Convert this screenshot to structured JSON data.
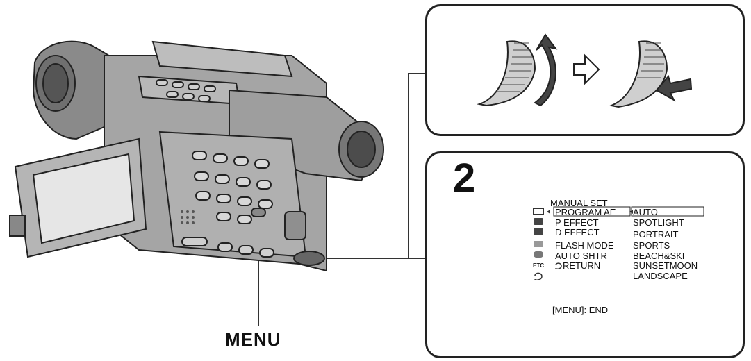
{
  "step_number": "2",
  "callout_label": "MENU",
  "menu_screen": {
    "title": "MANUAL SET",
    "items": [
      {
        "label": "PROGRAM AE",
        "icon": "manual-set-icon"
      },
      {
        "label": "P EFFECT",
        "icon": "camera-set-icon"
      },
      {
        "label": "D EFFECT",
        "icon": "vcr-set-icon"
      },
      {
        "label": "FLASH MODE",
        "icon": "lcd-set-icon"
      },
      {
        "label": "AUTO SHTR",
        "icon": "tape-set-icon"
      },
      {
        "label": "RETURN",
        "icon": "setup-menu-icon"
      }
    ],
    "etc_icon_label": "ETC",
    "options": [
      "AUTO",
      "SPOTLIGHT",
      "PORTRAIT",
      "SPORTS",
      "BEACH&SKI",
      "SUNSETMOON",
      "LANDSCAPE"
    ],
    "selected_option": "AUTO",
    "footer": "[MENU]: END"
  }
}
